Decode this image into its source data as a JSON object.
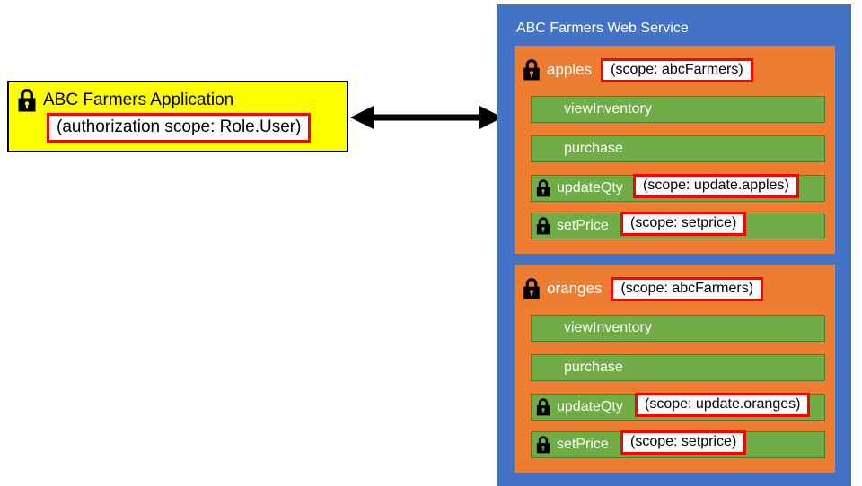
{
  "client": {
    "icon": "lock-icon",
    "title": "ABC Farmers Application",
    "scope_label": "(authorization scope: Role.User)",
    "fill_color": "#ffff00",
    "border_color": "#000000"
  },
  "connector": {
    "icon": "double-headed-arrow-icon",
    "color": "#000000"
  },
  "service": {
    "title": "ABC Farmers Web Service",
    "panel_color": "#4472c4",
    "card_color": "#ed7d31",
    "method_color": "#70ad47",
    "highlight_border_color": "#ff0000",
    "resources": [
      {
        "icon": "lock-icon",
        "name": "apples",
        "scope_label": "(scope: abcFarmers)",
        "methods": [
          {
            "name": "viewInventory",
            "secured": false,
            "icon": null,
            "scope_label": null
          },
          {
            "name": "purchase",
            "secured": false,
            "icon": null,
            "scope_label": null
          },
          {
            "name": "updateQty",
            "secured": true,
            "icon": "lock-icon",
            "scope_label": "(scope: update.apples)"
          },
          {
            "name": "setPrice",
            "secured": true,
            "icon": "lock-icon",
            "scope_label": "(scope: setprice)"
          }
        ]
      },
      {
        "icon": "lock-icon",
        "name": "oranges",
        "scope_label": "(scope: abcFarmers)",
        "methods": [
          {
            "name": "viewInventory",
            "secured": false,
            "icon": null,
            "scope_label": null
          },
          {
            "name": "purchase",
            "secured": false,
            "icon": null,
            "scope_label": null
          },
          {
            "name": "updateQty",
            "secured": true,
            "icon": "lock-icon",
            "scope_label": "(scope: update.oranges)"
          },
          {
            "name": "setPrice",
            "secured": true,
            "icon": "lock-icon",
            "scope_label": "(scope: setprice)"
          }
        ]
      }
    ]
  }
}
